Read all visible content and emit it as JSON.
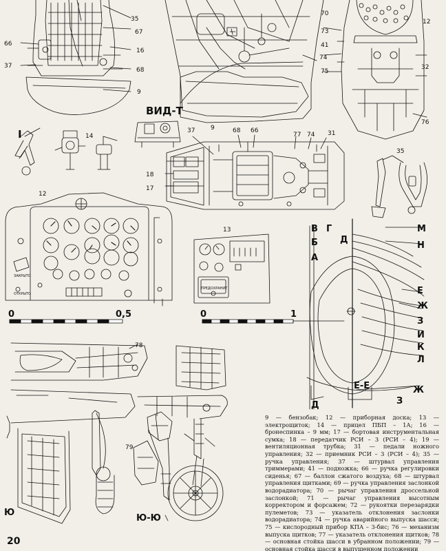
{
  "page_number": "20",
  "view_labels": {
    "vid_t": "ВИД-Т",
    "section_i": "I",
    "section_yu": "Ю",
    "section_yu_yu": "Ю-Ю",
    "section_ee": "Е-Е"
  },
  "callouts": {
    "c35_top": "35",
    "c67": "67",
    "c16": "16",
    "c68_top": "68",
    "c66_top": "66",
    "c37_top": "37",
    "c9_top": "9",
    "c9_tank": "9",
    "c70": "70",
    "c73": "73",
    "c41": "41",
    "c74_top": "74",
    "c75": "75",
    "c12_top": "12",
    "c32": "32",
    "c76": "76",
    "c14": "14",
    "c37_mid": "37",
    "c68_mid": "68",
    "c66_mid": "66",
    "c77": "77",
    "c74_mid": "74",
    "c31": "31",
    "c18": "18",
    "c17": "17",
    "c35_mid": "35",
    "c12_panel": "12",
    "c13": "13",
    "c78": "78",
    "c79": "79"
  },
  "scales": {
    "left": {
      "start": "0",
      "end": "0,5"
    },
    "right": {
      "start": "0",
      "end": "1"
    }
  },
  "section_letters": [
    "В",
    "Г",
    "Д",
    "Б",
    "А",
    "М",
    "Н",
    "Е",
    "Ж",
    "З",
    "И",
    "К",
    "Л",
    "Д",
    "З",
    "Ж"
  ],
  "panel_text": {
    "switch_label": "ПРЕДОХРАНИТ",
    "left_knob_top": "ЗАКРЫТО",
    "left_knob_bottom": "ОТКРЫТО"
  },
  "legend": "9 — бензобак; 12 — приборная доска; 13 — электрощиток; 14 — прицел ПБП – 1А; 16 — бронеспинка – 9 мм; 17 — бортовая инструментальная сумка; 18 — передатчик РСИ – 3 (РСИ – 4); 19 — вентиляционная трубка; 31 — педали ножного управления; 32 — приемник РСИ – 3 (РСИ – 4); 35 — ручка управления; 37 — штурвал управления триммерами; 41 — подножка; 66 — ручка регулировки сиденья; 67 — баллон сжатого воздуха; 68 — штурвал управления щитками; 69 — ручка управления заслонкой водорадиатора; 70 — рычаг управления дроссельной заслонкой; 71 — рычаг управления высотным корректором и форсажем; 72 — рукоятки перезарядки пулеметов; 73 — указатель отклонения заслонки водорадиатора; 74 — ручка аварийного выпуска шасси; 75 — кислородный прибор КПА – 3-бис; 76 — механизм выпуска щитков; 77 — указатель отклонения щитков; 78 — основная стойка шасси в убранном положении; 79 — основная стойка шасси в выпущенном положении"
}
